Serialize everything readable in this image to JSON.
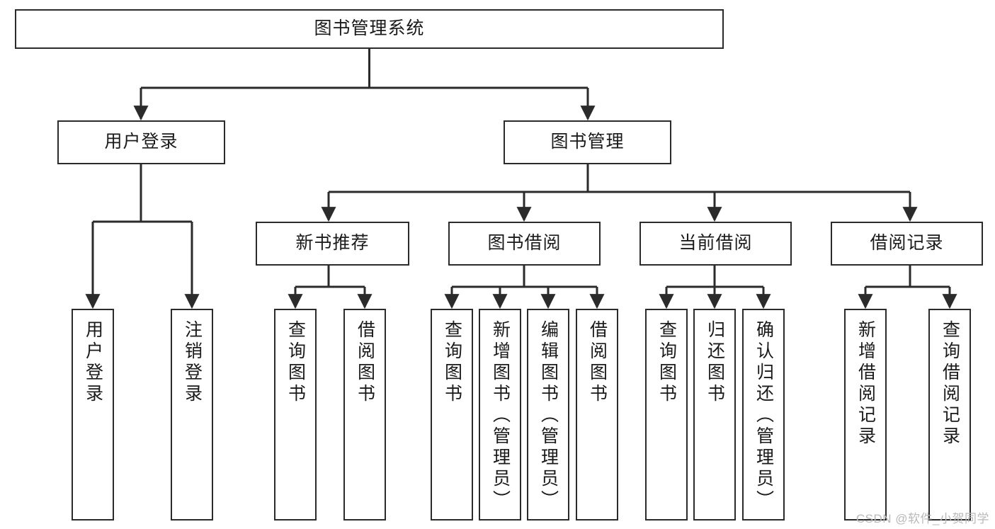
{
  "diagram": {
    "title": "图书管理系统",
    "type": "tree-hierarchy-chart",
    "root": {
      "label": "图书管理系统"
    },
    "level2": [
      {
        "label": "用户登录"
      },
      {
        "label": "图书管理"
      }
    ],
    "level3": [
      {
        "label": "新书推荐"
      },
      {
        "label": "图书借阅"
      },
      {
        "label": "当前借阅"
      },
      {
        "label": "借阅记录"
      }
    ],
    "leaves": {
      "user_login": [
        {
          "label": "用户登录"
        },
        {
          "label": "注销登录"
        }
      ],
      "new_book_recommend": [
        {
          "label": "查询图书"
        },
        {
          "label": "借阅图书"
        }
      ],
      "book_borrow": [
        {
          "label": "查询图书"
        },
        {
          "label": "新增图书（管理员）"
        },
        {
          "label": "编辑图书（管理员）"
        },
        {
          "label": "借阅图书"
        }
      ],
      "current_borrow": [
        {
          "label": "查询图书"
        },
        {
          "label": "归还图书"
        },
        {
          "label": "确认归还（管理员）"
        }
      ],
      "borrow_record": [
        {
          "label": "新增借阅记录"
        },
        {
          "label": "查询借阅记录"
        }
      ]
    }
  },
  "watermark": {
    "text": "CSDN @软件_小贺同学"
  },
  "colors": {
    "box_border": "#2b2b2b",
    "box_fill": "#ffffff",
    "connector": "#2b2b2b",
    "text": "#1a1a1a",
    "watermark": "#b9b9b9",
    "background": "#ffffff"
  }
}
